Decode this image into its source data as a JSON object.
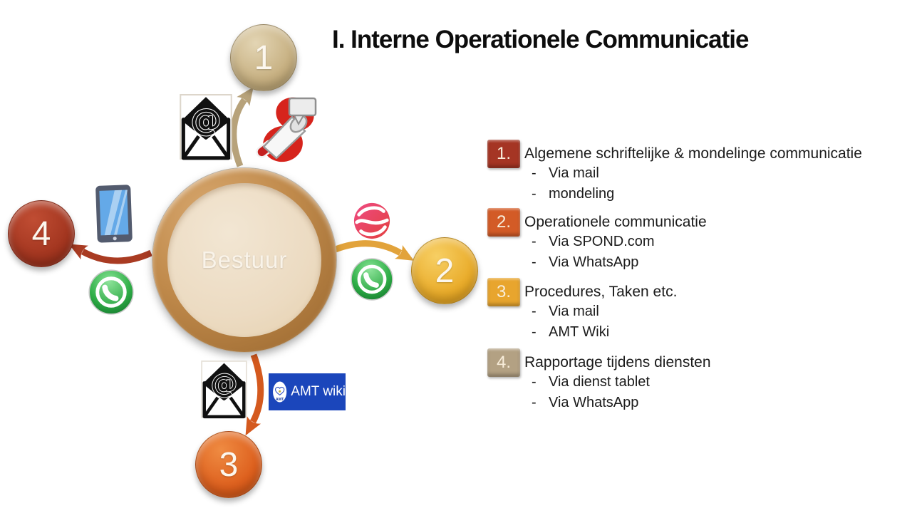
{
  "slide": {
    "title": "I. Interne Operationele Communicatie",
    "background_color": "#FFFFFF"
  },
  "diagram": {
    "center": {
      "label": "Bestuur",
      "ring_color": "#C08A4B",
      "fill_color": "#ECDBC2",
      "label_color": "#F9F3E9"
    },
    "nodes": [
      {
        "number": "1",
        "color": "#C6AF80"
      },
      {
        "number": "2",
        "color": "#E9AB29"
      },
      {
        "number": "3",
        "color": "#DD5F1D"
      },
      {
        "number": "4",
        "color": "#A2351F"
      }
    ],
    "arrows": [
      {
        "to": "node-1",
        "color": "#B7A27A"
      },
      {
        "to": "node-2",
        "color": "#E2A33B"
      },
      {
        "to": "node-3",
        "color": "#D4591E"
      },
      {
        "to": "node-4",
        "color": "#A93B22"
      }
    ],
    "icons": {
      "email_top": "envelope-with-at-icon",
      "megaphone": "megaphone-announcement-icon",
      "spond": "spond-logo-icon",
      "whatsapp_right": "whatsapp-icon",
      "whatsapp_left": "whatsapp-icon",
      "tablet": "tablet-icon",
      "email_bottom": "envelope-with-at-icon"
    },
    "email_at_glyph": "@",
    "amt_banner": {
      "logo_text": "AMT",
      "label": "AMT wiki",
      "background": "#1B46BB"
    }
  },
  "list": {
    "dash": "-",
    "items": [
      {
        "badge": "1.",
        "badge_color": "#A53524",
        "title": "Algemene schriftelijke & mondelinge communicatie",
        "subitems": [
          "Via mail",
          "mondeling"
        ]
      },
      {
        "badge": "2.",
        "badge_color": "#D35B26",
        "title": "Operationele communicatie",
        "subitems": [
          "Via SPOND.com",
          "Via WhatsApp"
        ]
      },
      {
        "badge": "3.",
        "badge_color": "#E8A52E",
        "title": "Procedures, Taken etc.",
        "subitems": [
          "Via mail",
          "AMT Wiki"
        ]
      },
      {
        "badge": "4.",
        "badge_color": "#B3A183",
        "title": "Rapportage tijdens diensten",
        "subitems": [
          "Via dienst tablet",
          "Via WhatsApp"
        ]
      }
    ]
  }
}
